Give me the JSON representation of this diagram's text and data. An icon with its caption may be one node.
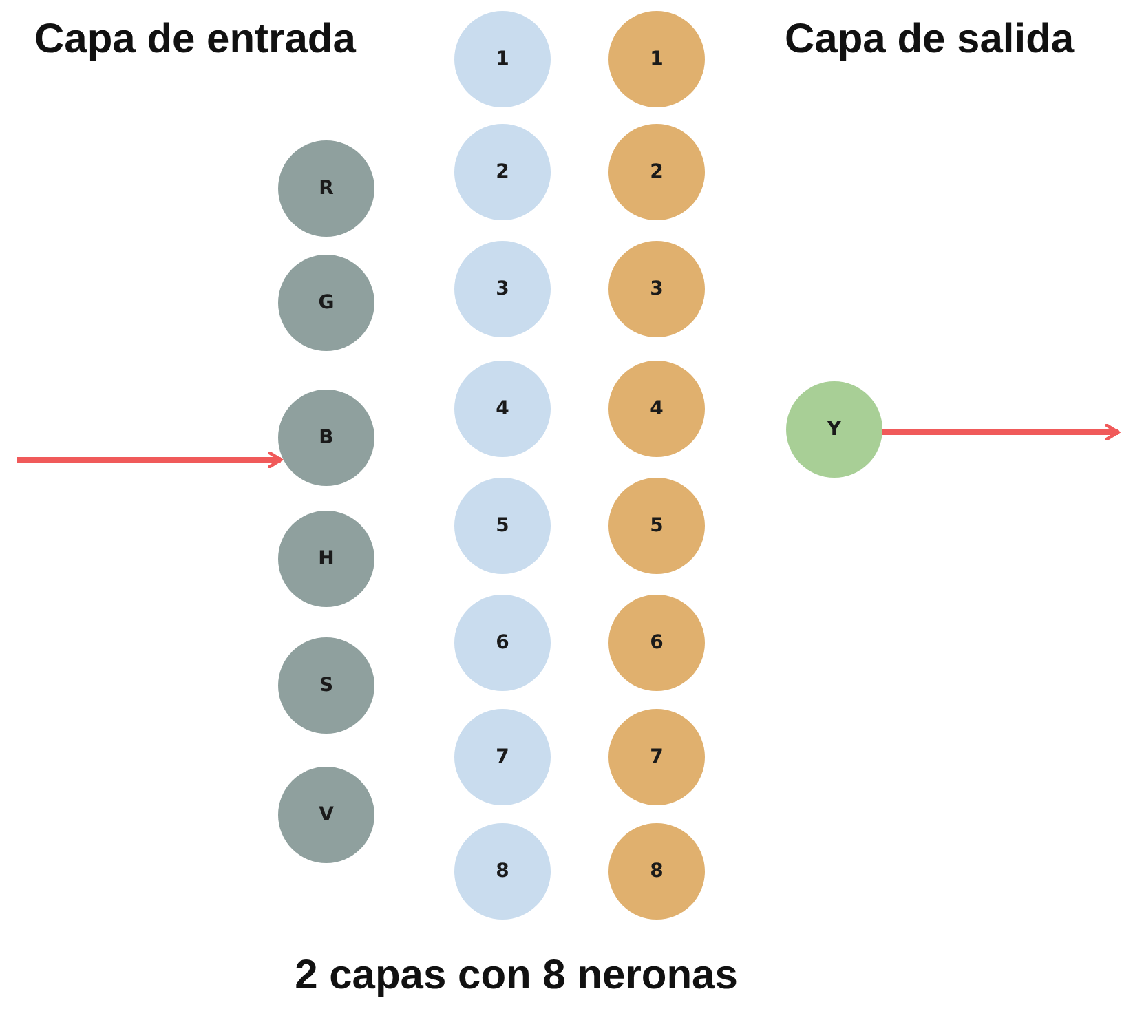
{
  "diagram": {
    "caption": "2 capas con 8 neronas",
    "nodes": [
      {
        "text": [
          "R"
        ]
      },
      {
        "text": [
          "G"
        ]
      },
      {
        "text": [
          "B"
        ]
      },
      {
        "text": [
          "H"
        ]
      },
      {
        "text": [
          "S"
        ]
      },
      {
        "text": [
          "V"
        ]
      },
      {
        "text": [
          "1"
        ]
      },
      {
        "text": [
          "2"
        ]
      },
      {
        "text": [
          "3"
        ]
      },
      {
        "text": [
          "4"
        ]
      },
      {
        "text": [
          "5"
        ]
      },
      {
        "text": [
          "6"
        ]
      },
      {
        "text": [
          "7"
        ]
      },
      {
        "text": [
          "8"
        ]
      },
      {
        "text": [
          "1"
        ]
      },
      {
        "text": [
          "2"
        ]
      },
      {
        "text": [
          "3"
        ]
      },
      {
        "text": [
          "4"
        ]
      },
      {
        "text": [
          "5"
        ]
      },
      {
        "text": [
          "6"
        ]
      },
      {
        "text": [
          "7"
        ]
      },
      {
        "text": [
          "8"
        ]
      },
      {
        "text": [
          "Y"
        ]
      }
    ],
    "edges": [
      {
        "from": null,
        "to": 2,
        "arrow": "to"
      },
      {
        "from": 22,
        "to": null,
        "arrow": "to"
      }
    ],
    "labels": [
      "Capa de entrada",
      "Capa de salida"
    ]
  }
}
